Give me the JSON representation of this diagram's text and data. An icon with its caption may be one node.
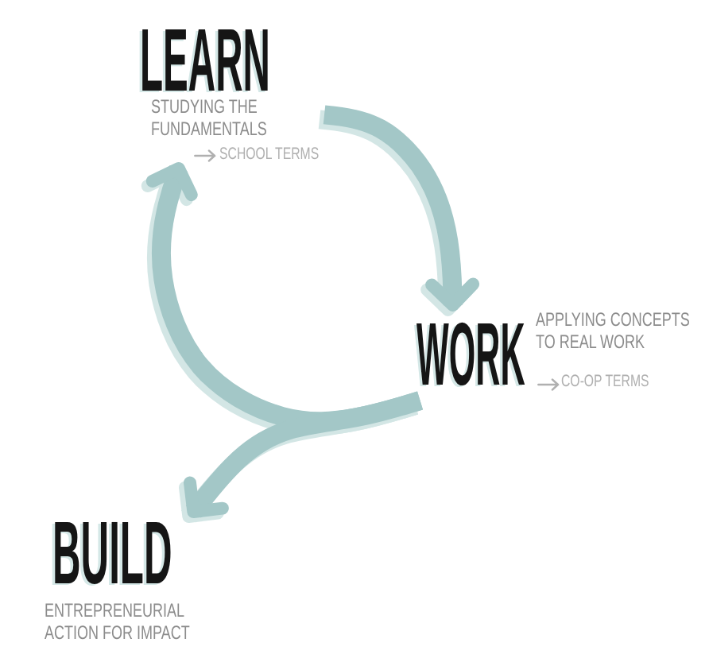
{
  "diagram": {
    "nodes": [
      {
        "text": [
          "LEARN",
          "STUDYING THE FUNDAMENTALS",
          "SCHOOL TERMS"
        ]
      },
      {
        "text": [
          "WORK",
          "APPLYING CONCEPTS TO REAL WORK",
          "CO-OP TERMS"
        ]
      },
      {
        "text": [
          "BUILD",
          "ENTREPRENEURIAL ACTION FOR IMPACT"
        ]
      }
    ],
    "edges": [
      {
        "from": 0,
        "to": 1,
        "arrow": "to"
      },
      {
        "from": 1,
        "to": 0,
        "arrow": "to"
      },
      {
        "from": 1,
        "to": 2,
        "arrow": "to"
      }
    ]
  }
}
